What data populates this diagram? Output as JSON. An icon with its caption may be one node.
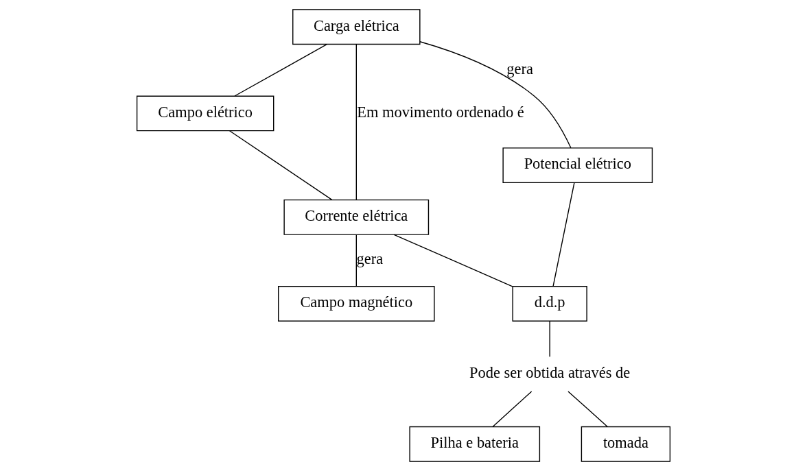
{
  "diagram": {
    "nodes": [
      {
        "text": [
          "Carga elétrica"
        ]
      },
      {
        "text": [
          "Campo elétrico"
        ]
      },
      {
        "text": [
          "Potencial elétrico"
        ]
      },
      {
        "text": [
          "Corrente elétrica"
        ]
      },
      {
        "text": [
          "d.d.p"
        ]
      },
      {
        "text": [
          "Campo magnético"
        ]
      },
      {
        "text": [
          "Pilha e bateria"
        ]
      },
      {
        "text": [
          "tomada"
        ]
      },
      {
        "text": [
          "Pode ser obtida através de"
        ]
      }
    ],
    "edges": [
      {
        "from": 0,
        "to": 1,
        "arrow": "none"
      },
      {
        "from": 0,
        "to": 2,
        "arrow": "none",
        "label": "gera"
      },
      {
        "from": 0,
        "to": 3,
        "arrow": "none",
        "label": "Em movimento ordenado é"
      },
      {
        "from": 1,
        "to": 3,
        "arrow": "none"
      },
      {
        "from": 2,
        "to": 4,
        "arrow": "none"
      },
      {
        "from": 3,
        "to": 4,
        "arrow": "none"
      },
      {
        "from": 3,
        "to": 5,
        "arrow": "none",
        "label": "gera"
      },
      {
        "from": 4,
        "to": 8,
        "arrow": "none"
      },
      {
        "from": 8,
        "to": 6,
        "arrow": "none"
      },
      {
        "from": 8,
        "to": 7,
        "arrow": "none"
      }
    ]
  }
}
